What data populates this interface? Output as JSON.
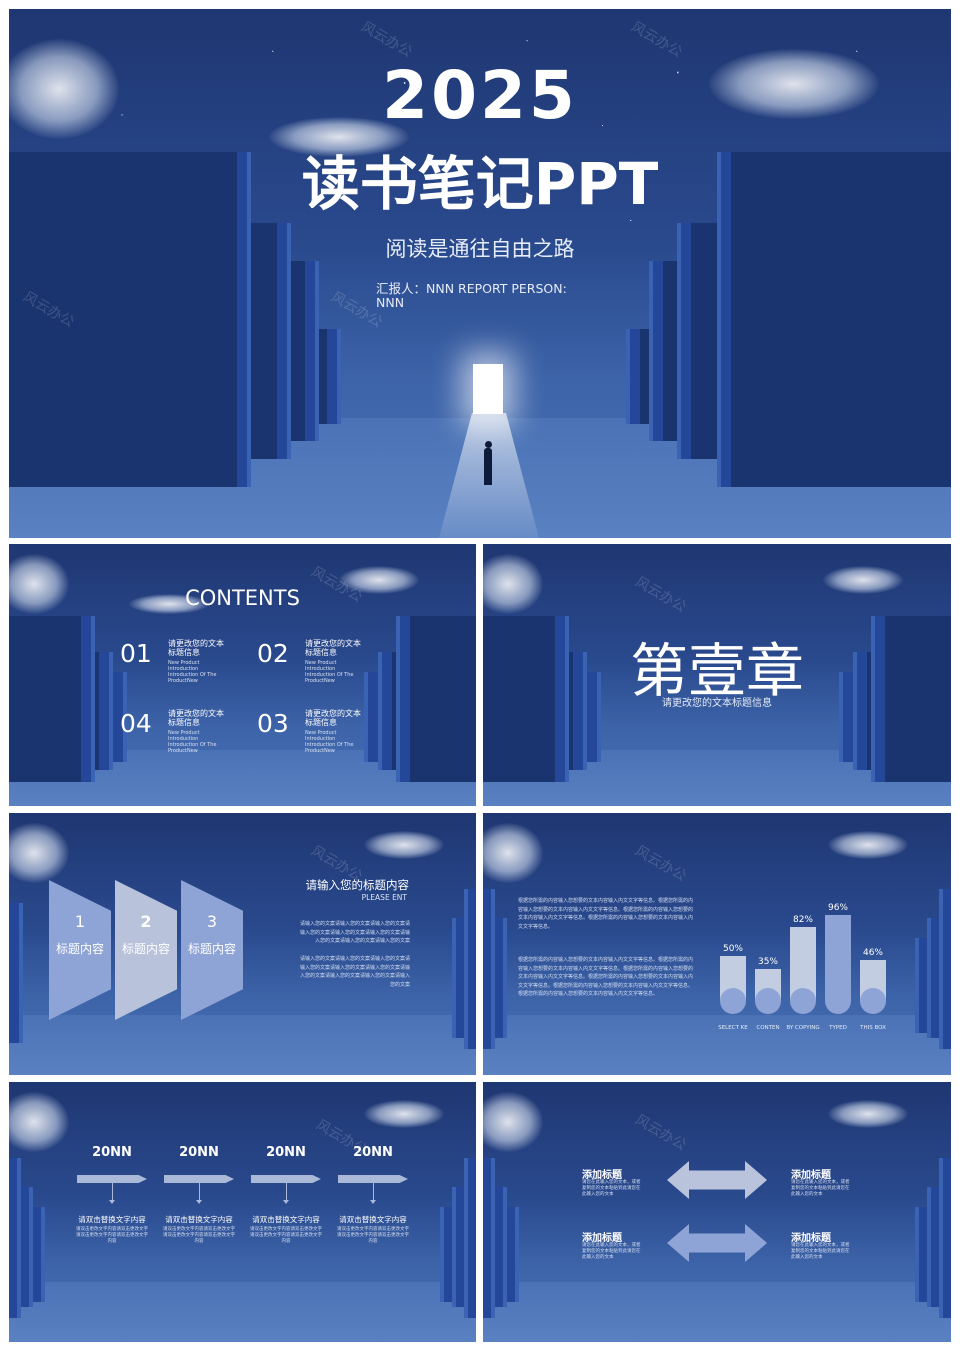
{
  "cover": {
    "year": "2025",
    "title": "读书笔记PPT",
    "subtitle": "阅读是通往自由之路",
    "reporter": "汇报人：NNN    REPORT PERSON: NNN"
  },
  "watermark": "风云办公",
  "contents": {
    "heading": "CONTENTS",
    "items": [
      {
        "num": "01",
        "title": "请更改您的文本标题信息",
        "desc": "New Product Introduction Introduction Of The ProductNew"
      },
      {
        "num": "02",
        "title": "请更改您的文本标题信息",
        "desc": "New Product Introduction Introduction Of The ProductNew"
      },
      {
        "num": "04",
        "title": "请更改您的文本标题信息",
        "desc": "New Product Introduction Introduction Of The ProductNew"
      },
      {
        "num": "03",
        "title": "请更改您的文本标题信息",
        "desc": "New Product Introduction Introduction Of The ProductNew"
      }
    ]
  },
  "chapter": {
    "title": "第壹章",
    "subtitle": "请更改您的文本标题信息"
  },
  "panels": {
    "items": [
      {
        "num": "1",
        "label": "标题内容"
      },
      {
        "num": "2",
        "label": "标题内容"
      },
      {
        "num": "3",
        "label": "标题内容"
      }
    ],
    "right_title": "请输入您的标题内容",
    "right_sub": "PLEASE ENT",
    "body1": "请输入您的文案请输入您的文案请输入您的文案请输入您的文案请输入您的文案请输入您的文案请输入您的文案请输入您的文案请输入您的文案",
    "body2": "请输入您的文案请输入您的文案请输入您的文案请输入您的文案请输入您的文案请输入您的文案请输入您的文案请输入您的文案请输入您的文案请输入您的文案"
  },
  "bars": {
    "para1": "根据您所需的内容输入您想要的文本内容输入内文文字等信息。根据您所需的内容输入您想要的文本内容输入内文文字等信息。根据您所需的内容输入您想要的文本内容输入内文文字等信息。根据您所需的内容输入您想要的文本内容输入内文文字等信息。",
    "para2": "根据您所需的内容输入您想要的文本内容输入内文文字等信息。根据您所需的内容输入您想要的文本内容输入内文文字等信息。根据您所需的内容输入您想要的文本内容输入内文文字等信息。根据您所需的内容输入您想要的文本内容输入内文文字等信息。根据您所需的内容输入您想要的文本内容输入内文文字等信息。根据您所需的内容输入您想要的文本内容输入内文文字等信息。",
    "items": [
      {
        "pct": "50%",
        "value": 50,
        "cat": "SELECT KE",
        "color": "#c3cde2"
      },
      {
        "pct": "35%",
        "value": 35,
        "cat": "CONTEN",
        "color": "#c3cde2"
      },
      {
        "pct": "82%",
        "value": 82,
        "cat": "BY COPYING",
        "color": "#c3cde2"
      },
      {
        "pct": "96%",
        "value": 96,
        "cat": "TYPED",
        "color": "#8ea4d6"
      },
      {
        "pct": "46%",
        "value": 46,
        "cat": "THIS BOX",
        "color": "#c3cde2"
      }
    ]
  },
  "timeline": {
    "items": [
      {
        "year": "20NN",
        "head": "请双击替换文字内容",
        "desc": "请双击更改文字内容请双击更改文字请双击更改文字内容请双击更改文字内容"
      },
      {
        "year": "20NN",
        "head": "请双击替换文字内容",
        "desc": "请双击更改文字内容请双击更改文字请双击更改文字内容请双击更改文字内容"
      },
      {
        "year": "20NN",
        "head": "请双击替换文字内容",
        "desc": "请双击更改文字内容请双击更改文字请双击更改文字内容请双击更改文字内容"
      },
      {
        "year": "20NN",
        "head": "请双击替换文字内容",
        "desc": "请双击更改文字内容请双击更改文字请双击更改文字内容请双击更改文字内容"
      }
    ]
  },
  "arrows": {
    "items": [
      {
        "head": "添加标题",
        "desc": "请您在此输入您的文本，或者复制您的文本粘贴到此请您在此输入您的文本"
      },
      {
        "head": "添加标题",
        "desc": "请您在此输入您的文本，或者复制您的文本粘贴到此请您在此输入您的文本"
      },
      {
        "head": "添加标题",
        "desc": "请您在此输入您的文本，或者复制您的文本粘贴到此请您在此输入您的文本"
      },
      {
        "head": "添加标题",
        "desc": "请您在此输入您的文本，或者复制您的文本粘贴到此请您在此输入您的文本"
      }
    ],
    "colors": [
      "#b9c3db",
      "#8ea4d6"
    ]
  }
}
